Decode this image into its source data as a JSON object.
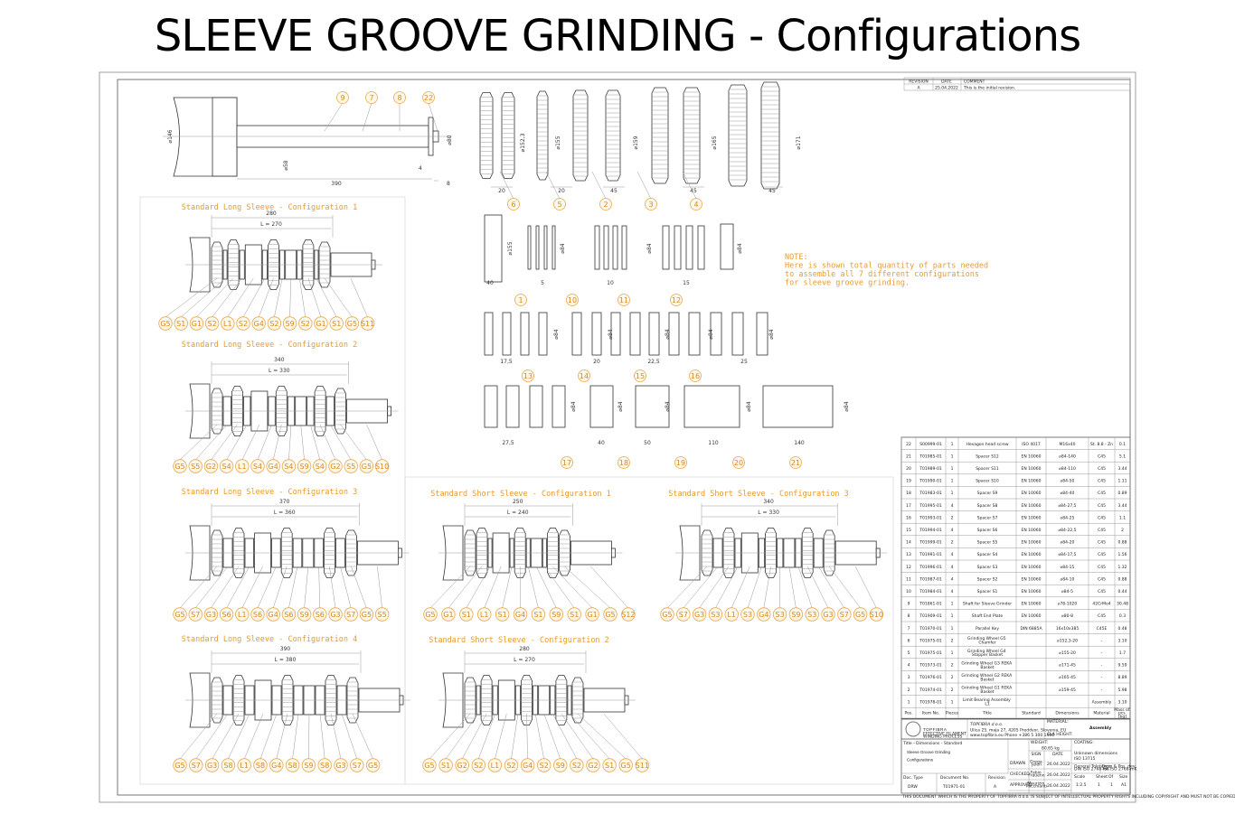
{
  "title": "SLEEVE GROOVE GRINDING - Configurations",
  "revision": {
    "headers": [
      "REVISION",
      "DATE",
      "COMMENT"
    ],
    "row": [
      "A",
      "25.04.2022",
      "This is the initial revision."
    ]
  },
  "note": [
    "NOTE:",
    "Here is shown total quantity of parts needed",
    "to assemble all 7 different configurations",
    "for sleeve groove grinding."
  ],
  "shaft": {
    "balloons": [
      "9",
      "7",
      "8",
      "22"
    ],
    "dims": [
      "⌀146",
      "390",
      "⌀58",
      "4",
      "8",
      "⌀80"
    ]
  },
  "wheels": {
    "balloons": [
      "6",
      "5",
      "2",
      "3",
      "4"
    ],
    "widths": [
      "20",
      "20",
      "45",
      "45",
      "45"
    ],
    "diameters": [
      "⌀152,3",
      "⌀155",
      "⌀159",
      "⌀165",
      "⌀171"
    ]
  },
  "spacer_rows": [
    {
      "balloons": [
        "1",
        "10",
        "11",
        "12"
      ],
      "widths": [
        "40",
        "5",
        "10",
        "15"
      ],
      "diameters": [
        "⌀155",
        "⌀84",
        "⌀84",
        "⌀84"
      ]
    },
    {
      "balloons": [
        "13",
        "14",
        "15",
        "16"
      ],
      "widths": [
        "17,5",
        "20",
        "22,5",
        "25"
      ],
      "diameters": [
        "⌀84",
        "⌀84",
        "⌀84",
        "⌀84",
        "⌀84"
      ]
    },
    {
      "balloons": [
        "17",
        "18",
        "19",
        "20",
        "21"
      ],
      "widths": [
        "27,5",
        "40",
        "50",
        "110",
        "140"
      ],
      "diameters": [
        "⌀84",
        "⌀84",
        "⌀84",
        "⌀84",
        "⌀84"
      ]
    }
  ],
  "configs": [
    {
      "title": "Standard Long Sleeve - Configuration 1",
      "overall": "280",
      "L": "L = 270",
      "labels": [
        "G5",
        "S1",
        "G1",
        "S2",
        "L1",
        "S2",
        "G4",
        "S2",
        "S9",
        "S2",
        "G1",
        "S1",
        "G5",
        "S11"
      ]
    },
    {
      "title": "Standard Long Sleeve - Configuration 2",
      "overall": "340",
      "L": "L = 330",
      "labels": [
        "G5",
        "S5",
        "G2",
        "S4",
        "L1",
        "S4",
        "G4",
        "S4",
        "S9",
        "S4",
        "G2",
        "S5",
        "G5",
        "S10"
      ]
    },
    {
      "title": "Standard Long Sleeve - Configuration 3",
      "overall": "370",
      "L": "L = 360",
      "labels": [
        "G5",
        "S7",
        "G3",
        "S6",
        "L1",
        "S6",
        "G4",
        "S6",
        "S9",
        "S6",
        "G3",
        "S7",
        "G5",
        "S5"
      ]
    },
    {
      "title": "Standard Long Sleeve - Configuration 4",
      "overall": "390",
      "L": "L = 380",
      "labels": [
        "G5",
        "S7",
        "G3",
        "S8",
        "L1",
        "S8",
        "G4",
        "S8",
        "S9",
        "S8",
        "G3",
        "S7",
        "G5"
      ]
    },
    {
      "title": "Standard Short Sleeve - Configuration 1",
      "overall": "250",
      "L": "L = 240",
      "labels": [
        "G5",
        "G1",
        "S1",
        "L1",
        "S1",
        "G4",
        "S1",
        "S9",
        "S1",
        "G1",
        "G5",
        "S12"
      ]
    },
    {
      "title": "Standard Short Sleeve - Configuration 2",
      "overall": "280",
      "L": "L = 270",
      "labels": [
        "G5",
        "S1",
        "G2",
        "S2",
        "L1",
        "S2",
        "G4",
        "S2",
        "S9",
        "S2",
        "G2",
        "S1",
        "G5",
        "S11"
      ]
    },
    {
      "title": "Standard Short Sleeve - Configuration 3",
      "overall": "340",
      "L": "L = 330",
      "labels": [
        "G5",
        "S7",
        "G3",
        "S3",
        "L1",
        "S3",
        "G4",
        "S3",
        "S9",
        "S3",
        "G3",
        "S7",
        "G5",
        "S10"
      ]
    }
  ],
  "bom": {
    "headers": [
      "Pos.",
      "Item No.",
      "Pieces",
      "Title",
      "Standard",
      "Dimensions",
      "Material",
      "Mass of pcs [kg]"
    ],
    "rows": [
      [
        "22",
        "S00999-01",
        "1",
        "Hexagon head screw",
        "ISO 4017",
        "M16x40",
        "St. 8.8 - Zn",
        "0.1"
      ],
      [
        "21",
        "T01985-01",
        "1",
        "Spacer S12",
        "EN 10060",
        "⌀84-140",
        "C45",
        "5.1"
      ],
      [
        "20",
        "T01989-01",
        "1",
        "Spacer S11",
        "EN 10060",
        "⌀84-110",
        "C45",
        "3.44"
      ],
      [
        "19",
        "T01990-01",
        "1",
        "Spacer S10",
        "EN 10060",
        "⌀84-50",
        "C45",
        "1.11"
      ],
      [
        "18",
        "T01983-01",
        "1",
        "Spacer S9",
        "EN 10060",
        "⌀84-40",
        "C45",
        "0.89"
      ],
      [
        "17",
        "T01995-01",
        "4",
        "Spacer S8",
        "EN 10060",
        "⌀84-27,5",
        "C45",
        "3.44"
      ],
      [
        "16",
        "T01993-01",
        "2",
        "Spacer S7",
        "EN 10060",
        "⌀84-25",
        "C45",
        "1.1"
      ],
      [
        "15",
        "T01994-01",
        "4",
        "Spacer S6",
        "EN 10060",
        "⌀84-22,5",
        "C45",
        "2"
      ],
      [
        "14",
        "T01999-01",
        "2",
        "Spacer S5",
        "EN 10060",
        "⌀84-20",
        "C45",
        "0.88"
      ],
      [
        "13",
        "T01991-01",
        "4",
        "Spacer S4",
        "EN 10060",
        "⌀84-17,5",
        "C45",
        "1.56"
      ],
      [
        "12",
        "T01996-01",
        "4",
        "Spacer S3",
        "EN 10060",
        "⌀84-15",
        "C45",
        "1.32"
      ],
      [
        "11",
        "T01987-01",
        "4",
        "Spacer S2",
        "EN 10060",
        "⌀84-10",
        "C45",
        "0.88"
      ],
      [
        "10",
        "T01984-01",
        "4",
        "Spacer S1",
        "EN 10060",
        "⌀84-5",
        "C45",
        "0.44"
      ],
      [
        "9",
        "T01861-01",
        "1",
        "Shaft for Sleeve Grinder",
        "EN 10060",
        "⌀78-1020",
        "42CrMo4",
        "30.48"
      ],
      [
        "8",
        "T01909-01",
        "1",
        "Shaft End Plate",
        "EN 10060",
        "⌀80-8",
        "C45",
        "0.3"
      ],
      [
        "7",
        "T01970-01",
        "1",
        "Parallel Key",
        "DIN 6885A",
        "16x10x385",
        "C45E",
        "0.48"
      ],
      [
        "6",
        "T01975-01",
        "2",
        "Grinding Wheel G5 Chamfer",
        "",
        "⌀152,3-20",
        "-",
        "3.10"
      ],
      [
        "5",
        "T01975-01",
        "1",
        "Grinding Wheel G4 Stopper Basket",
        "",
        "⌀155-20",
        "-",
        "1.7"
      ],
      [
        "4",
        "T01973-01",
        "2",
        "Grinding Wheel G3 REKA Basket",
        "",
        "⌀171-45",
        "-",
        "9.59"
      ],
      [
        "3",
        "T01976-01",
        "2",
        "Grinding Wheel G2 REKA Basket",
        "",
        "⌀165-45",
        "-",
        "8.89"
      ],
      [
        "2",
        "T01974-01",
        "2",
        "Grinding Wheel G1 REKA Basket",
        "",
        "⌀159-45",
        "-",
        "5.98"
      ],
      [
        "1",
        "T01978-01",
        "1",
        "Limit Bearing Assembly L1",
        "",
        "",
        "Assembly",
        "3.10"
      ]
    ]
  },
  "title_block": {
    "logo": "TOPFIBRA",
    "logo_sub": "EFFECTIVE FILAMENT WINDING PROCESS",
    "company": "TOPFIBRA d.o.o.",
    "address": "Ulica 25. maja 27, 4205 Preddvor, Slovenia, EU",
    "contact": "www.topfibra.eu      Phone +386 5 300 1400",
    "material_label": "MATERIAL:",
    "material": "Assembly",
    "cla_label": "CLA HEIGHT:",
    "coating_label": "COATING:",
    "weight_label": "WEIGHT:",
    "weight": "80.65 kg",
    "title_label": "Title - Dimensions - Standard",
    "title": "Sleeve Groove Grinding Configurations",
    "sign": "SIGN",
    "date": "DATE",
    "drawn": "DRAWN",
    "drawn_by": "Grega Jelen",
    "drawn_date": "26.04.2022",
    "checked": "CHECKED",
    "checked_by": "Fabio Frauenn",
    "checked_date": "26.04.2022",
    "approved": "APPROVED",
    "approved_by": "Maurizio Pacchianti",
    "approved_date": "26.04.2022",
    "unknown_edges": "Unknown dimensions",
    "iso": "ISO 13715",
    "gen_tol": "General Tolerance DIN ISO 2768-mK",
    "form_tol": "Form & Pos. dev. Tol. ISO 2768-mK",
    "scale_label": "Scale",
    "scale": "1:2.5",
    "sheet_label": "Sheet",
    "sheet": "1",
    "of_label": "Of",
    "of": "1",
    "size_label": "Size",
    "size": "A1",
    "doctype_label": "Doc. Type",
    "doctype": "DRW",
    "docno_label": "Document No.",
    "docno": "T01971-01",
    "rev_label": "Revision",
    "rev": "A",
    "disclaimer": "THIS DOCUMENT WHICH IS THE PROPERTY OF TOPFIBRA d.o.o. IS SUBJECT OF INTELLECTUAL PROPERTY RIGHTS INCLUDING COPYRIGHT AND MUST NOT BE COPIED OR DISCLOSED WITHOUT WRITTEN CONSENT."
  }
}
